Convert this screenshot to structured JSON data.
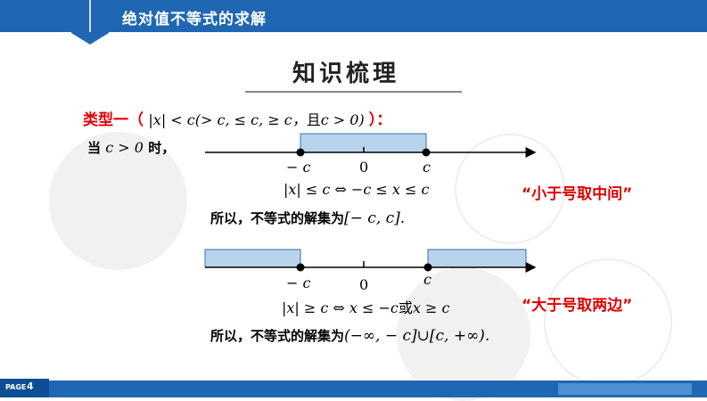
{
  "header": {
    "title": "绝对值不等式的求解"
  },
  "section": {
    "title": "知识梳理"
  },
  "type1": {
    "label": "类型一（",
    "formula": "|x| < c(> c, ≤ c, ≥ c，",
    "formula_cond": "且",
    "formula_tail": "c > 0)",
    "end": "）："
  },
  "when": {
    "prefix": "当",
    "cond": "c > 0",
    "suffix": "时，"
  },
  "line1": {
    "label_neg_c": "− c",
    "label_zero": "0",
    "label_c": "c",
    "equiv": "|x| ≤ c ⇔ −c ≤ x ≤ c",
    "conclusion_text": "所以，不等式的解集为",
    "conclusion_set": "[− c, c].",
    "hint": "“小于号取中间”"
  },
  "line2": {
    "label_neg_c": "− c",
    "label_zero": "0",
    "label_c": "c",
    "equiv": "|x| ≥ c ⇔ x ≤ −c",
    "equiv_or": "或",
    "equiv_tail": "x ≥ c",
    "conclusion_text": "所以，不等式的解集为",
    "conclusion_set": "(−∞, − c]∪[c, +∞).",
    "hint": "“大于号取两边”"
  },
  "footer": {
    "page_label": "PAGE",
    "page_number": "4"
  },
  "colors": {
    "brand_blue": "#1f67b3",
    "accent_red": "#e00000",
    "interval_fill": "#b8d4ec",
    "interval_stroke": "#3a6fa8"
  }
}
